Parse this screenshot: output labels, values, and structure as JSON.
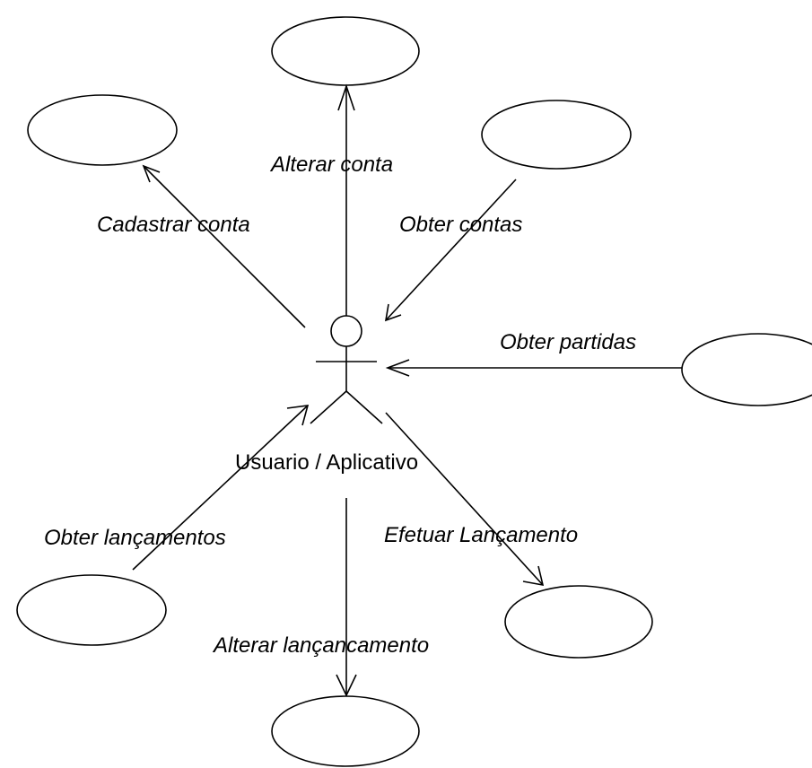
{
  "diagram": {
    "actor": {
      "label": "Usuario / Aplicativo"
    },
    "associations": [
      {
        "id": "cadastrar-conta",
        "label": "Cadastrar conta"
      },
      {
        "id": "alterar-conta",
        "label": "Alterar conta"
      },
      {
        "id": "obter-contas",
        "label": "Obter contas"
      },
      {
        "id": "obter-partidas",
        "label": "Obter partidas"
      },
      {
        "id": "obter-lancamentos",
        "label": "Obter lançamentos"
      },
      {
        "id": "efetuar-lancamento",
        "label": "Efetuar Lançamento"
      },
      {
        "id": "alterar-lancancamento",
        "label": "Alterar lançancamento"
      }
    ]
  }
}
